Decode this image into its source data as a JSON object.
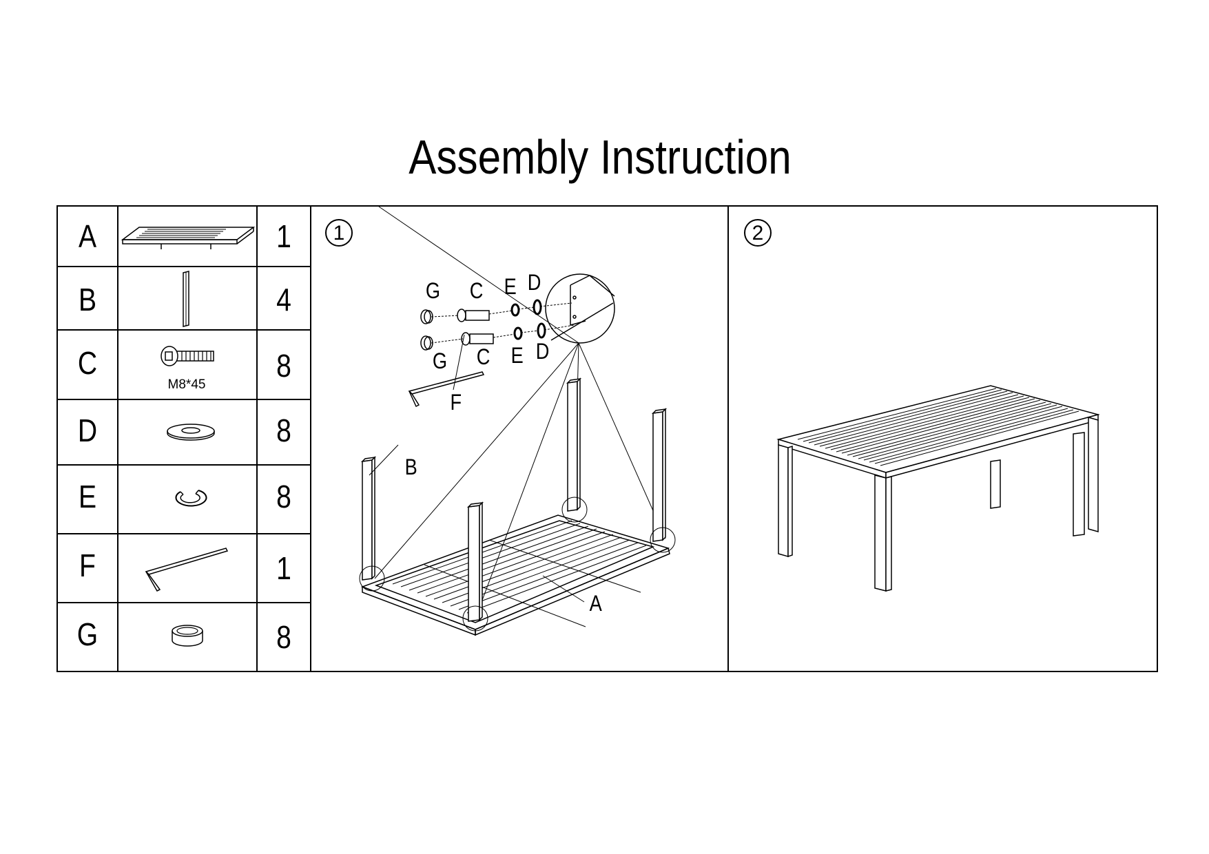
{
  "title": "Assembly Instruction",
  "parts": [
    {
      "letter": "A",
      "qty": "1",
      "icon": "tabletop-icon",
      "spec": ""
    },
    {
      "letter": "B",
      "qty": "4",
      "icon": "leg-icon",
      "spec": ""
    },
    {
      "letter": "C",
      "qty": "8",
      "icon": "bolt-icon",
      "spec": "M8*45"
    },
    {
      "letter": "D",
      "qty": "8",
      "icon": "flat-washer-icon",
      "spec": ""
    },
    {
      "letter": "E",
      "qty": "8",
      "icon": "spring-washer-icon",
      "spec": ""
    },
    {
      "letter": "F",
      "qty": "1",
      "icon": "allen-key-icon",
      "spec": ""
    },
    {
      "letter": "G",
      "qty": "8",
      "icon": "cap-icon",
      "spec": ""
    }
  ],
  "steps": [
    {
      "number": "1",
      "labels": {
        "g1": "G",
        "c1": "C",
        "e1": "E",
        "d1": "D",
        "g2": "G",
        "c2": "C",
        "e2": "E",
        "d2": "D",
        "f": "F",
        "b": "B",
        "a": "A"
      }
    },
    {
      "number": "2"
    }
  ]
}
